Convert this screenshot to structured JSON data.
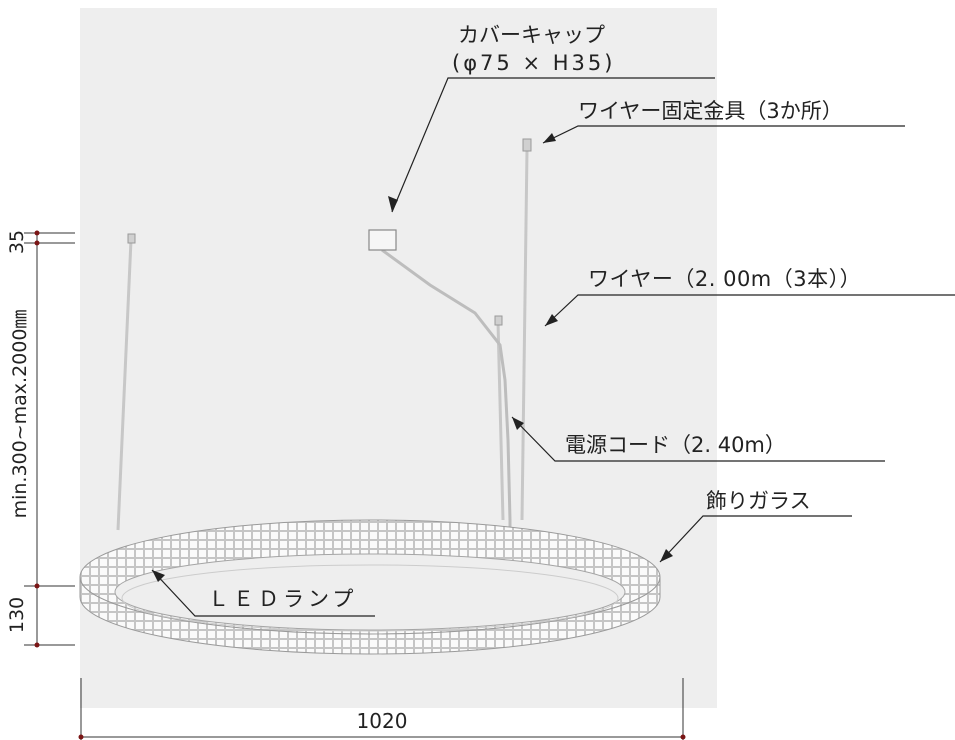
{
  "labels": {
    "cover_cap_line1": "カバーキャップ",
    "cover_cap_line2": "(φ75 × H35)",
    "wire_fitting": "ワイヤー固定金具（3か所）",
    "wire": "ワイヤー（2. 00m（3本））",
    "power_cord": "電源コード（2. 40m）",
    "decor_glass": "飾りガラス",
    "led_lamp": "ＬＥＤランプ"
  },
  "dimensions": {
    "top_offset": "35",
    "hang_range": "min.300~max.2000㎜",
    "ring_height": "130",
    "ring_width": "1020"
  }
}
